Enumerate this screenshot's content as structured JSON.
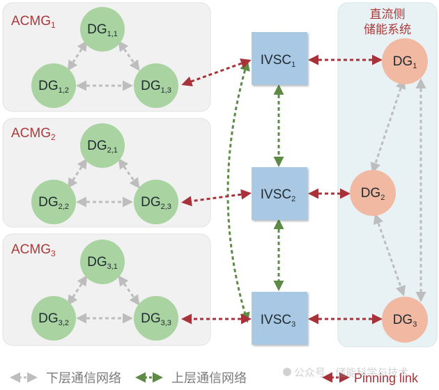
{
  "colors": {
    "acmg_bg": "#f1f1f1",
    "acmg_border": "#e2e2e2",
    "dc_bg": "#e8f2f4",
    "dc_border": "#d6e6ea",
    "green_node": "#a9d3a0",
    "orange_node": "#f2b9a2",
    "ivsc_box": "#a9c8e4",
    "lower_link": "#bdbdbd",
    "upper_link": "#5d8a45",
    "pinning_link": "#a8323a",
    "group_label": "#a9393a",
    "node_text": "#1f2a30"
  },
  "acmg_groups": [
    {
      "label": "ACMG",
      "sub": "1",
      "nodes": [
        {
          "label": "DG",
          "sub": "1,1"
        },
        {
          "label": "DG",
          "sub": "1,2"
        },
        {
          "label": "DG",
          "sub": "1,3"
        }
      ]
    },
    {
      "label": "ACMG",
      "sub": "2",
      "nodes": [
        {
          "label": "DG",
          "sub": "2,1"
        },
        {
          "label": "DG",
          "sub": "2,2"
        },
        {
          "label": "DG",
          "sub": "2,3"
        }
      ]
    },
    {
      "label": "ACMG",
      "sub": "3",
      "nodes": [
        {
          "label": "DG",
          "sub": "3,1"
        },
        {
          "label": "DG",
          "sub": "3,2"
        },
        {
          "label": "DG",
          "sub": "3,3"
        }
      ]
    }
  ],
  "ivsc": [
    {
      "label": "IVSC",
      "sub": "1"
    },
    {
      "label": "IVSC",
      "sub": "2"
    },
    {
      "label": "IVSC",
      "sub": "3"
    }
  ],
  "dc_storage": {
    "title_line1": "直流侧",
    "title_line2": "储能系统",
    "nodes": [
      {
        "label": "DG",
        "sub": "1"
      },
      {
        "label": "DG",
        "sub": "2"
      },
      {
        "label": "DG",
        "sub": "3"
      }
    ]
  },
  "legend": [
    {
      "type": "lower",
      "label": "下层通信网络"
    },
    {
      "type": "upper",
      "label": "上层通信网络"
    },
    {
      "type": "pinning",
      "label": "Pinning link"
    }
  ],
  "watermark": "公众号 · 储能科学与技术"
}
